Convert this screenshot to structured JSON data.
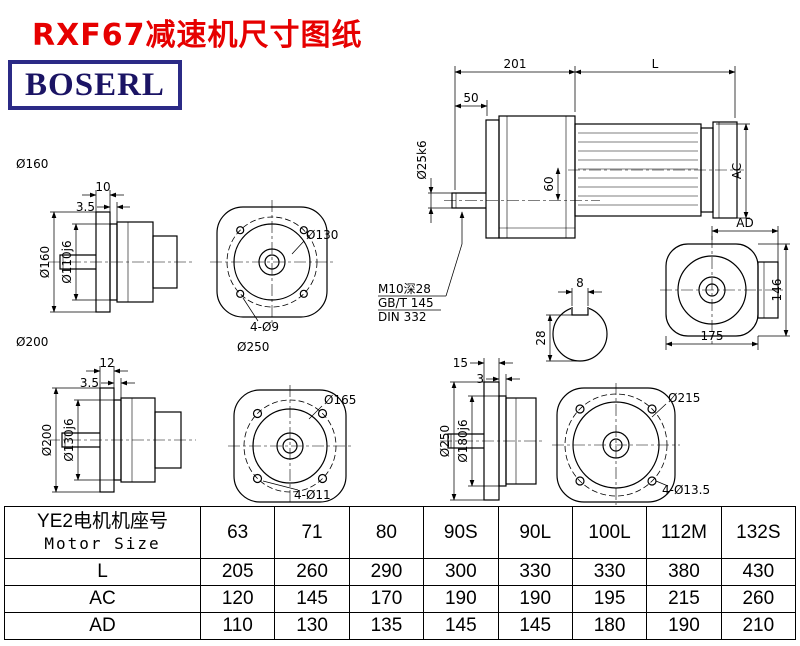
{
  "page": {
    "title": "RXF67减速机尺寸图纸",
    "logo_text": "BOSERL"
  },
  "colors": {
    "title": "#e60000",
    "logo": "#1b1464"
  },
  "drawing": {
    "main_view": {
      "dim_201": "201",
      "dim_L": "L",
      "dim_50": "50",
      "dim_shaft": "Ø25k6",
      "dim_60": "60",
      "dim_AC": "AC"
    },
    "tap_note": {
      "line1": "M10深28",
      "line2": "GB/T 145",
      "line3": "DIN 332"
    },
    "keyway": {
      "dim_width": "8",
      "dim_depth": "28"
    },
    "rear_view": {
      "dim_AD": "AD",
      "dim_146": "146",
      "dim_175": "175"
    },
    "flange160": {
      "group_label": "Ø160",
      "dim_thickness": "10",
      "dim_step": "3.5",
      "dim_od": "Ø160",
      "dim_spigot": "Ø110j6",
      "dim_bolt_circle": "Ø130",
      "dim_holes": "4-Ø9"
    },
    "flange200": {
      "group_label": "Ø200",
      "dim_thickness": "12",
      "dim_step": "3.5",
      "dim_od": "Ø200",
      "dim_spigot": "Ø130j6",
      "dim_bolt_circle": "Ø165",
      "dim_holes": "4-Ø11"
    },
    "flange250": {
      "group_label": "Ø250",
      "dim_thickness": "15",
      "dim_step": "3",
      "dim_od": "Ø250",
      "dim_spigot": "Ø180j6",
      "dim_bolt_circle": "Ø215",
      "dim_holes": "4-Ø13.5"
    }
  },
  "table": {
    "header_cn": "YE2电机机座号",
    "header_en": "Motor Size",
    "motor_sizes": [
      "63",
      "71",
      "80",
      "90S",
      "90L",
      "100L",
      "112M",
      "132S"
    ],
    "rows": [
      {
        "label": "L",
        "values": [
          "205",
          "260",
          "290",
          "300",
          "330",
          "330",
          "380",
          "430"
        ]
      },
      {
        "label": "AC",
        "values": [
          "120",
          "145",
          "170",
          "190",
          "190",
          "195",
          "215",
          "260"
        ]
      },
      {
        "label": "AD",
        "values": [
          "110",
          "130",
          "135",
          "145",
          "145",
          "180",
          "190",
          "210"
        ]
      }
    ]
  }
}
